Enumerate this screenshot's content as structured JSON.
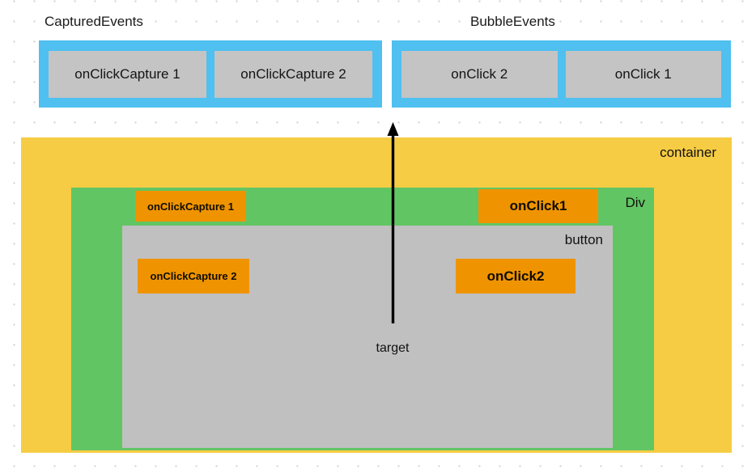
{
  "diagram": {
    "title_captured": "CapturedEvents",
    "title_bubble": "BubbleEvents",
    "captured_panel": {
      "chips": [
        {
          "label": "onClickCapture 1"
        },
        {
          "label": "onClickCapture 2"
        }
      ]
    },
    "bubble_panel": {
      "chips": [
        {
          "label": "onClick 2"
        },
        {
          "label": "onClick 1"
        }
      ]
    },
    "boxes": {
      "container_label": "container",
      "div_label": "Div",
      "button_label": "button"
    },
    "handlers": {
      "div_capture": "onClickCapture 1",
      "div_bubble": "onClick1",
      "button_capture": "onClickCapture 2",
      "button_bubble": "onClick2"
    },
    "target_label": "target",
    "colors": {
      "panel_blue": "#4fc0f0",
      "chip_gray": "#c4c4c4",
      "container_yellow": "#f6cc44",
      "div_green": "#62c563",
      "button_gray": "#c0c0c0",
      "handler_orange": "#ef9400",
      "arrow_black": "#000000",
      "grid_dot": "#cfcfcf"
    }
  }
}
